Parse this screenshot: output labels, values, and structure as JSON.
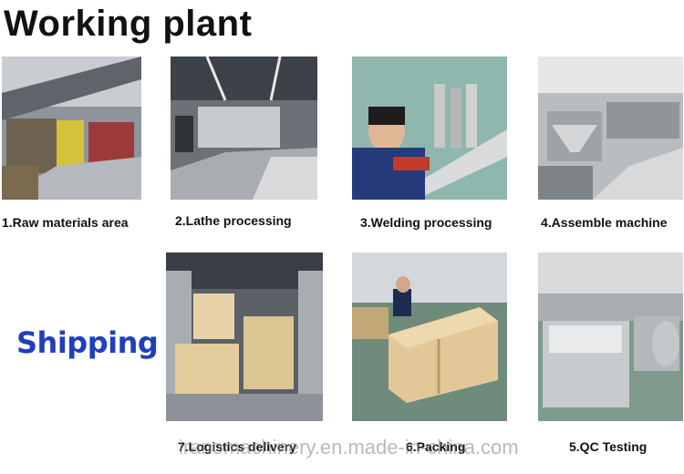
{
  "page": {
    "title": "Working plant",
    "shipping_label": "Shipping"
  },
  "watermark": "iranomachinery.en.made-in-china.com",
  "photos": [
    {
      "caption": "1.Raw materials area"
    },
    {
      "caption": "2.Lathe processing"
    },
    {
      "caption": "3.Welding processing"
    },
    {
      "caption": "4.Assemble machine"
    },
    {
      "caption": "7.Logistics delivery"
    },
    {
      "caption": "6.Packing"
    },
    {
      "caption": "5.QC Testing"
    }
  ]
}
